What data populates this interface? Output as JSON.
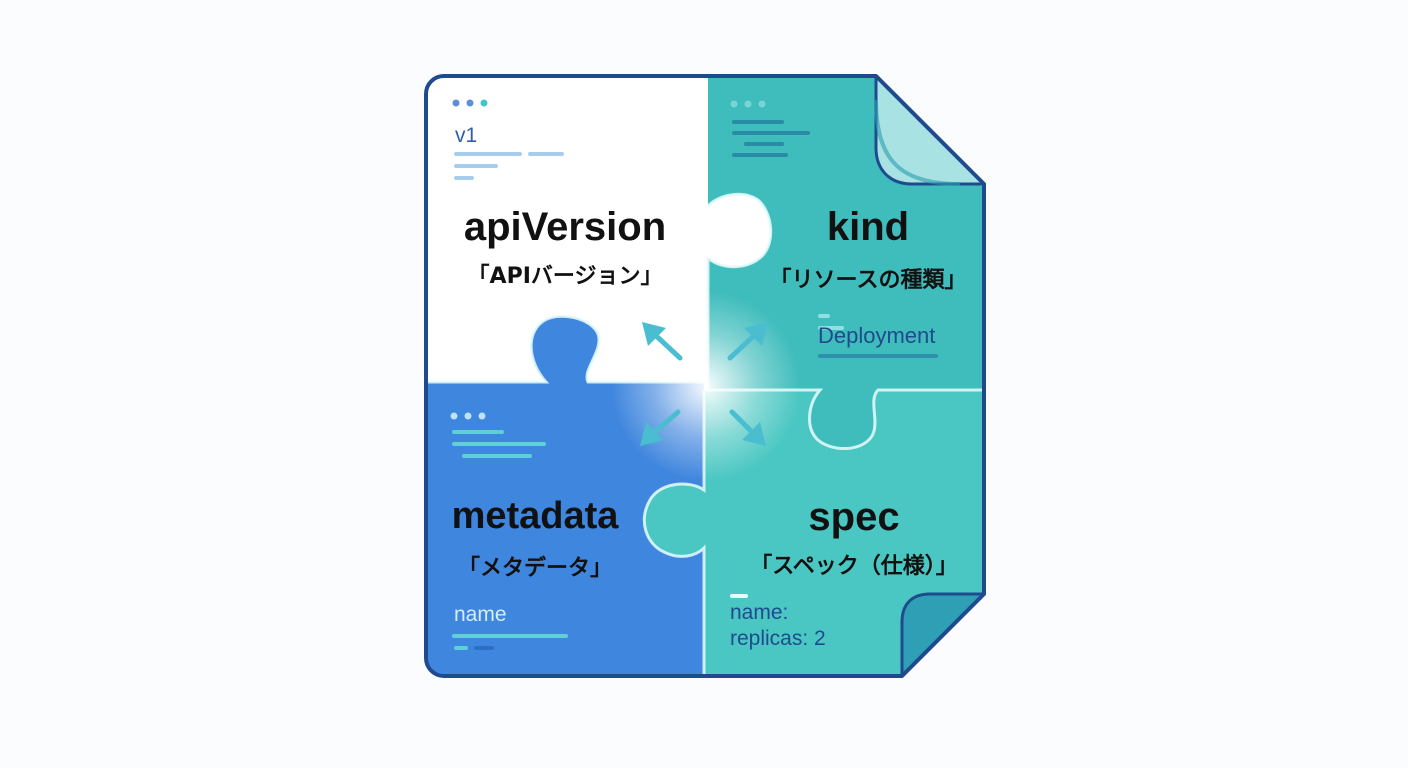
{
  "colors": {
    "outline": "#1f4b8e",
    "top_right": "#3fbcbc",
    "bottom_left": "#3f86de",
    "bottom_right": "#4ac7c2",
    "top_left": "#ffffff",
    "arrow": "#4bbdd0"
  },
  "pieces": {
    "api_version": {
      "title": "apiVersion",
      "subtitle": "「APIバージョン」",
      "code": "v1"
    },
    "kind": {
      "title": "kind",
      "subtitle": "「リソースの種類」",
      "code": "Deployment"
    },
    "metadata": {
      "title": "metadata",
      "subtitle": "「メタデータ」",
      "code": "name"
    },
    "spec": {
      "title": "spec",
      "subtitle": "「スペック（仕様）」",
      "code_lines": [
        "name:",
        "replicas: 2"
      ]
    }
  }
}
